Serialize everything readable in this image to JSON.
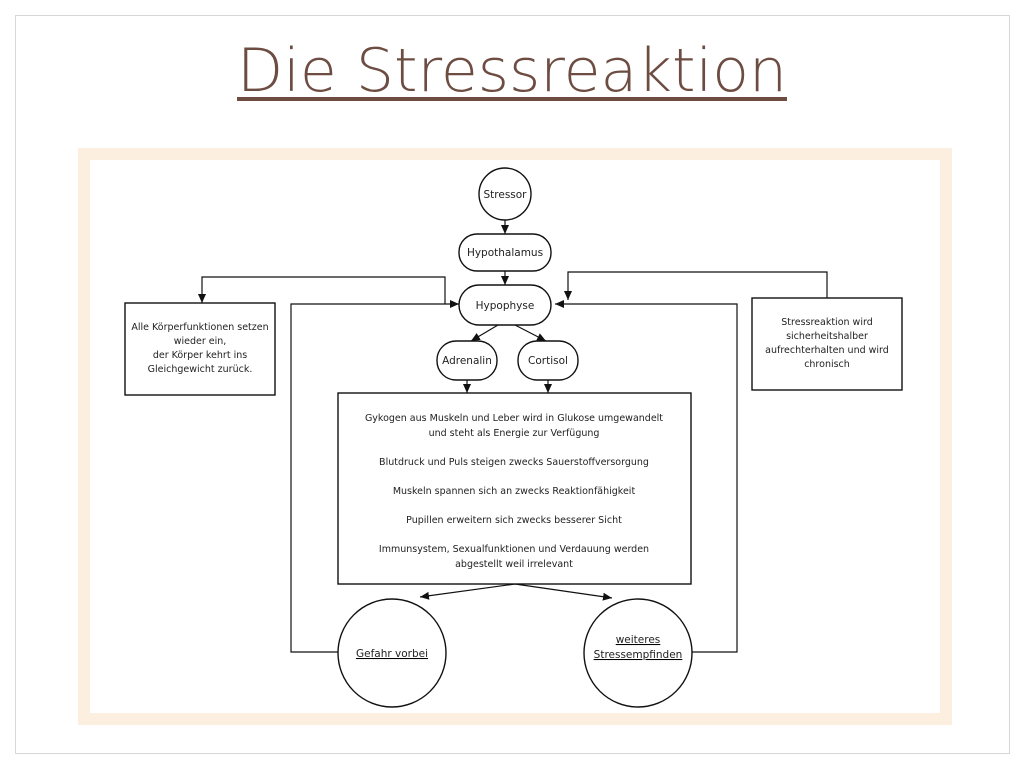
{
  "title": "Die Stressreaktion",
  "nodes": {
    "stressor": "Stressor",
    "hypothalamus": "Hypothalamus",
    "hypophyse": "Hypophyse",
    "adrenalin": "Adrenalin",
    "cortisol": "Cortisol",
    "gefahr_vorbei": "Gefahr vorbei",
    "weiteres_line1": "weiteres",
    "weiteres_line2": "Stressempfinden"
  },
  "left_box": {
    "line1": "Alle Körperfunktionen setzen",
    "line2": "wieder ein,",
    "line3": "der Körper kehrt ins",
    "line4": "Gleichgewicht zurück."
  },
  "right_box": {
    "line1": "Stressreaktion wird",
    "line2": "sicherheitshalber",
    "line3": "aufrechterhalten und wird",
    "line4": "chronisch"
  },
  "center_box": {
    "p1_line1": "Gykogen aus Muskeln und Leber wird in Glukose umgewandelt",
    "p1_line2": "und steht als Energie zur Verfügung",
    "p2": "Blutdruck und Puls steigen zwecks Sauerstoffversorgung",
    "p3": "Muskeln spannen sich an zwecks Reaktionfähigkeit",
    "p4": "Pupillen erweitern sich zwecks besserer Sicht",
    "p5_line1": "Immunsystem, Sexualfunktionen und Verdauung werden",
    "p5_line2": "abgestellt weil irrelevant"
  }
}
